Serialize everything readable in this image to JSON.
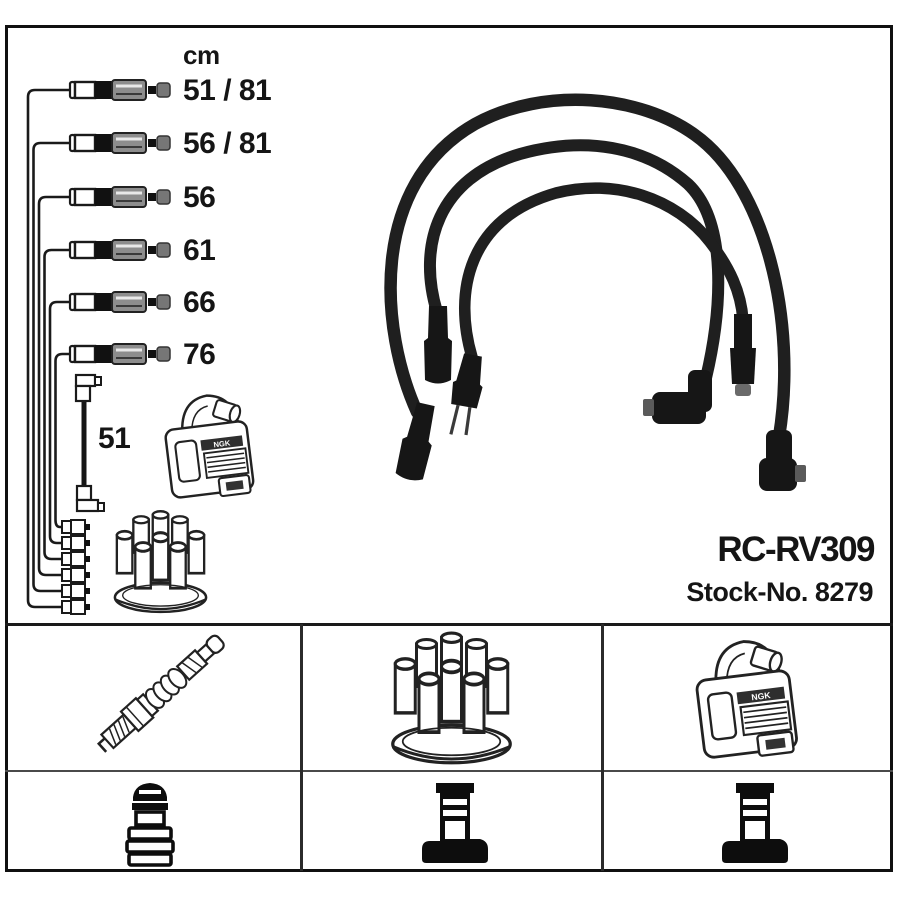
{
  "unit_header": "cm",
  "cable_lengths": [
    "51 / 81",
    "56 / 81",
    "56",
    "61",
    "66",
    "76"
  ],
  "coil_wire_length": "51",
  "product": {
    "model": "RC-RV309",
    "stock_no": "Stock-No. 8279"
  },
  "coil_brand": "NGK",
  "icons": {
    "left_column": [
      "wire-connector-icon",
      "coil-wire-icon",
      "ignition-coil-icon",
      "distributor-cap-icon"
    ],
    "center": "cable-set-photo",
    "table_row1": [
      "spark-plug-icon",
      "distributor-cap-icon",
      "ignition-coil-icon"
    ],
    "table_row2": [
      "plug-terminal-icon",
      "coil-terminal-icon",
      "coil-terminal-icon"
    ]
  },
  "colors": {
    "line_art": "#1a1a1a",
    "cable_black": "#1c1c1c",
    "terminal_gray": "#5a5a5a",
    "background": "#ffffff"
  }
}
